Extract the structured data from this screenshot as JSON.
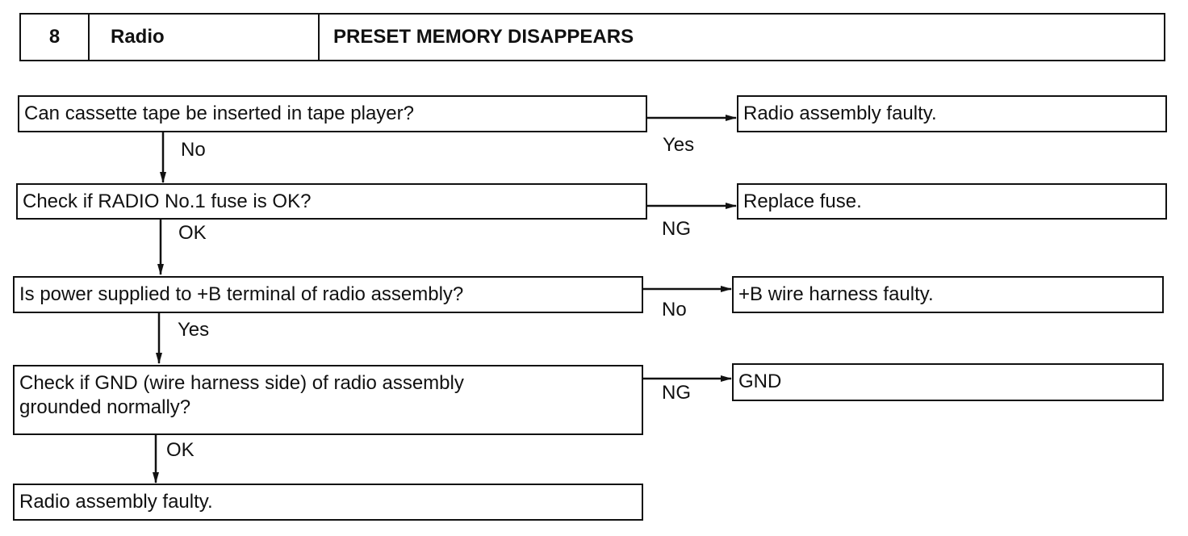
{
  "header": {
    "number": "8",
    "system": "Radio",
    "symptom": "PRESET MEMORY DISAPPEARS"
  },
  "steps": [
    {
      "text": "Can cassette tape be inserted in tape player?"
    },
    {
      "text": "Check if RADIO No.1 fuse is OK?"
    },
    {
      "text": "Is power supplied to +B terminal of radio assembly?"
    },
    {
      "text": "Check if GND (wire harness side) of radio assembly",
      "text2": "grounded normally?"
    },
    {
      "text": "Radio assembly faulty."
    }
  ],
  "results": [
    {
      "text": "Radio assembly faulty."
    },
    {
      "text": "Replace fuse."
    },
    {
      "text": "+B wire harness faulty."
    },
    {
      "text": "GND"
    }
  ],
  "down_labels": [
    "No",
    "OK",
    "Yes",
    "OK"
  ],
  "side_labels": [
    "Yes",
    "NG",
    "No",
    "NG"
  ]
}
